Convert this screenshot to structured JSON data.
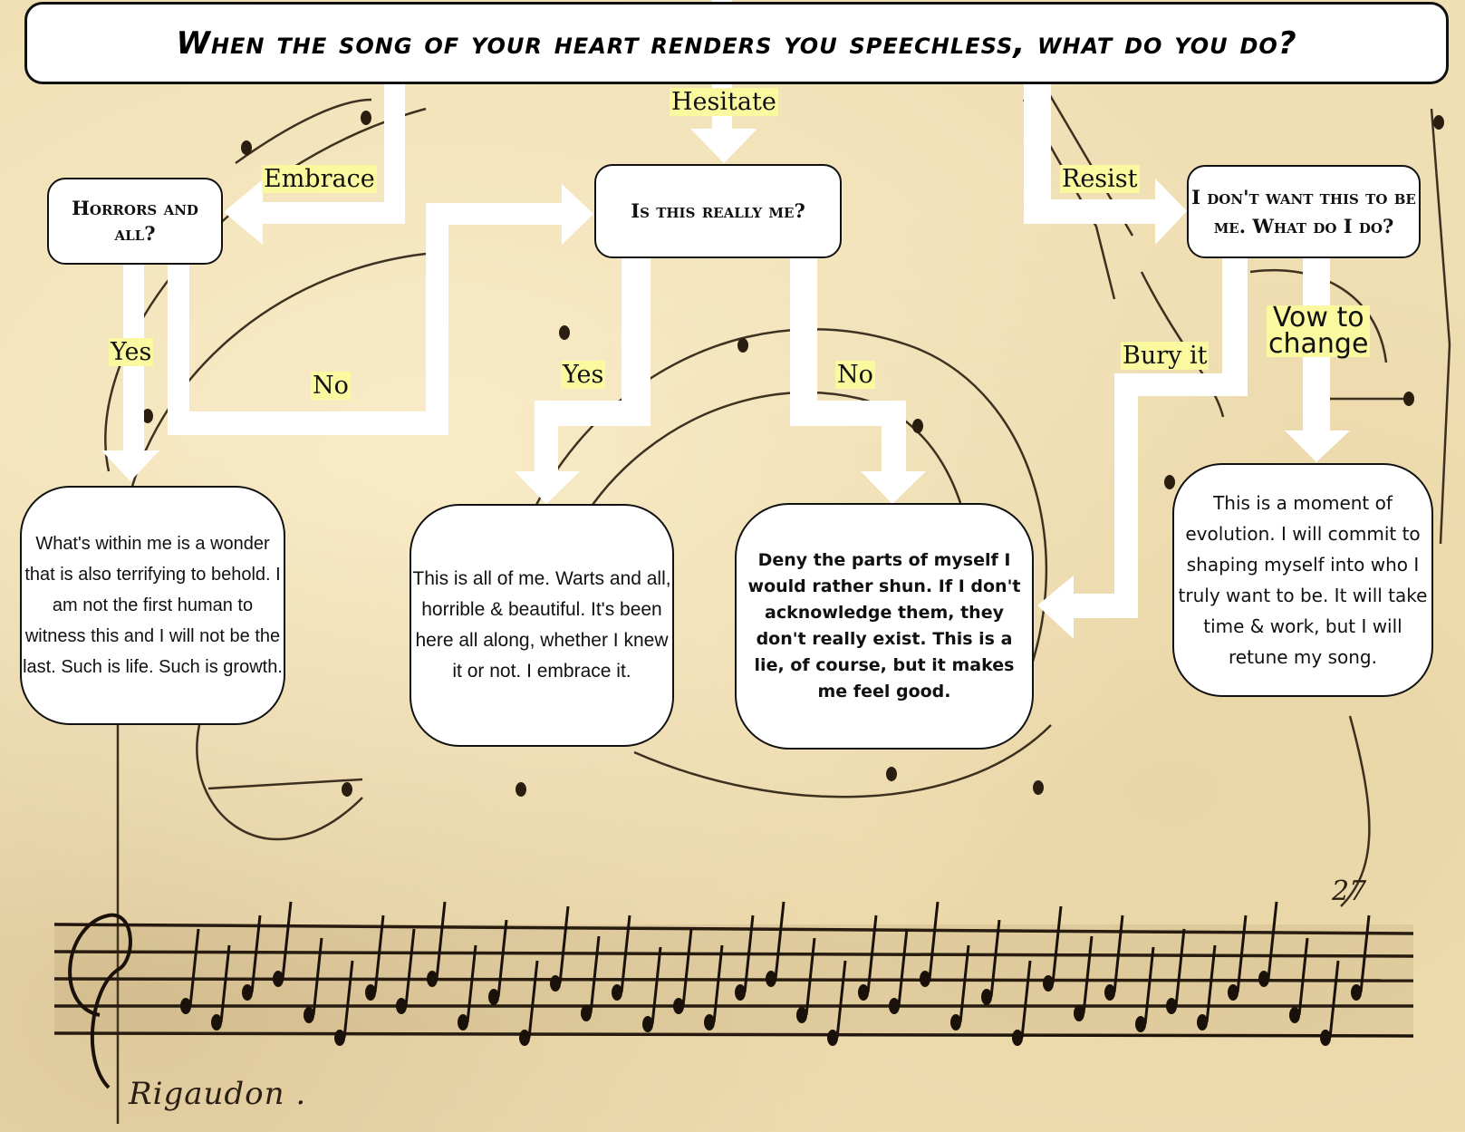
{
  "title": "When the song of your heart renders you speechless, what do you do?",
  "questions": {
    "horrors": "Horrors and all?",
    "really_me": "Is this really me?",
    "dont_want": "I don't want this to be me. What do I do?"
  },
  "edge_labels": {
    "hesitate": "Hesitate",
    "embrace": "Embrace",
    "resist": "Resist",
    "horrors_yes": "Yes",
    "horrors_no": "No",
    "really_yes": "Yes",
    "really_no": "No",
    "bury_it": "Bury it",
    "vow_line1": "Vow to",
    "vow_line2": "change"
  },
  "outcomes": {
    "wonder": "What's within me is a wonder that is also terrifying to behold.  I am not the first human to witness this and I will not be the last.  Such is life.  Such is growth.",
    "all_of_me": "This is all of me. Warts and all, horrible & beautiful. It's been here all along, whether I knew it or not. I embrace it.",
    "deny": "Deny the parts of myself I would rather shun.  If I don't acknowledge them, they don't really exist.  This is a lie, of course, but it makes me feel good.",
    "evolution": "This is a moment of evolution.  I will commit to shaping myself into who I truly want to be.  It will take time & work, but I will retune my song."
  },
  "background": {
    "music_caption": "Rigaudon .",
    "page_number": "27"
  },
  "colors": {
    "paper": "#f0dfb4",
    "label_highlight": "#fbf9a0",
    "arrow": "#ffffff",
    "ink": "#111111"
  }
}
